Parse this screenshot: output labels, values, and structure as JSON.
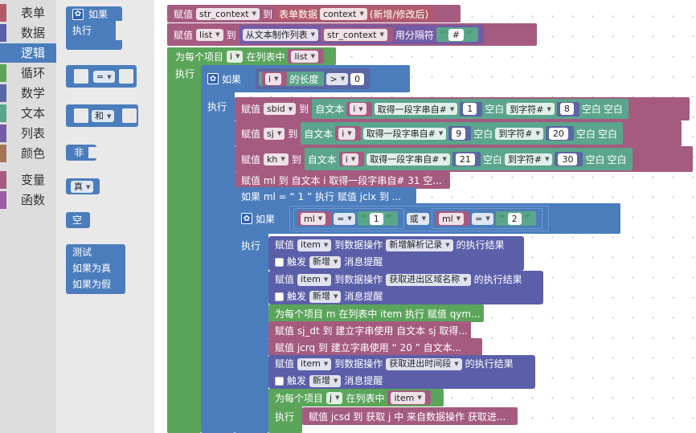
{
  "toolbox": {
    "categories": [
      {
        "label": "表单",
        "color": "#b35a6a"
      },
      {
        "label": "数据",
        "color": "#5b5fa9"
      },
      {
        "label": "逻辑",
        "color": "#4b7dbd"
      },
      {
        "label": "循环",
        "color": "#5ba55b"
      },
      {
        "label": "数学",
        "color": "#5b67a5"
      },
      {
        "label": "文本",
        "color": "#5ba58c"
      },
      {
        "label": "列表",
        "color": "#745ba5"
      },
      {
        "label": "颜色",
        "color": "#a5745b"
      },
      {
        "label": "变量",
        "color": "#a55b80"
      },
      {
        "label": "函数",
        "color": "#995ba5"
      }
    ],
    "selected": "逻辑"
  },
  "flyout": {
    "if_label": "如果",
    "do_label": "执行",
    "eq_op": "=",
    "and_op": "和",
    "not_label": "非",
    "true_value": "真",
    "null_label": "空",
    "ternary_test": "测试",
    "ternary_true": "如果为真",
    "ternary_false": "如果为假"
  },
  "blocks": {
    "set_label": "赋值",
    "to_label": "到",
    "do_label": "执行",
    "if_label": "如果",
    "b1": {
      "var": "str_context",
      "kw": "表单数据",
      "field": "context",
      "suffix": "(新增/修改后)"
    },
    "b2": {
      "var": "list",
      "fn": "从文本制作列表",
      "src": "str_context",
      "sep_label": "用分隔符",
      "sep": "#"
    },
    "b3": {
      "prefix": "为每个项目",
      "var": "i",
      "mid": "在列表中",
      "list": "list"
    },
    "b4": {
      "item": "i",
      "len_label": "的长度",
      "op": ">",
      "num": "0"
    },
    "substr": {
      "text_label": "自文本",
      "src": "i",
      "fn": "取得一段字串自#",
      "to_fn": "到字符#",
      "space": "空白"
    },
    "rows": [
      {
        "var": "sbid",
        "from": "1",
        "to": "8"
      },
      {
        "var": "sj",
        "from": "9",
        "to": "20"
      },
      {
        "var": "kh",
        "from": "21",
        "to": "30"
      }
    ],
    "c_ml": "赋值 ml 到 自文本 i 取得一段字串自# 31 空...",
    "c_ifml": "如果 ml = “ 1 ” 执行 赋值 jclx 到 ...",
    "cond": {
      "var": "ml",
      "op": "=",
      "v1": "1",
      "or_label": "或",
      "v2": "2"
    },
    "data_op": {
      "item": "item",
      "mid": "到数据操作",
      "result": "的执行结果",
      "trigger": "触发",
      "trigger_val": "新增",
      "msg": "消息提醒"
    },
    "ops": [
      "新增解析记录",
      "获取进出区域名称",
      "获取进出时间段"
    ],
    "c_foreach_m": "为每个项目 m 在列表中 item 执行 赋值 qym...",
    "c_sjdt": "赋值 sj_dt 到 建立字串使用 自文本 sj 取得...",
    "c_jcrq": "赋值 jcrq 到 建立字串使用 “ 20 ” 自文本...",
    "last_loop": {
      "prefix": "为每个项目",
      "var": "j",
      "mid": "在列表中",
      "list": "item"
    },
    "c_jcsd": "赋值 jcsd 到 获取 j 中 来自数据操作 获取进..."
  },
  "colors": {
    "logic": "#4b7dbd",
    "loop": "#5ba55b",
    "var": "#a55b80",
    "text": "#5ba58c",
    "list": "#745ba5",
    "form": "#b35a6a",
    "data": "#5b5fa9"
  }
}
